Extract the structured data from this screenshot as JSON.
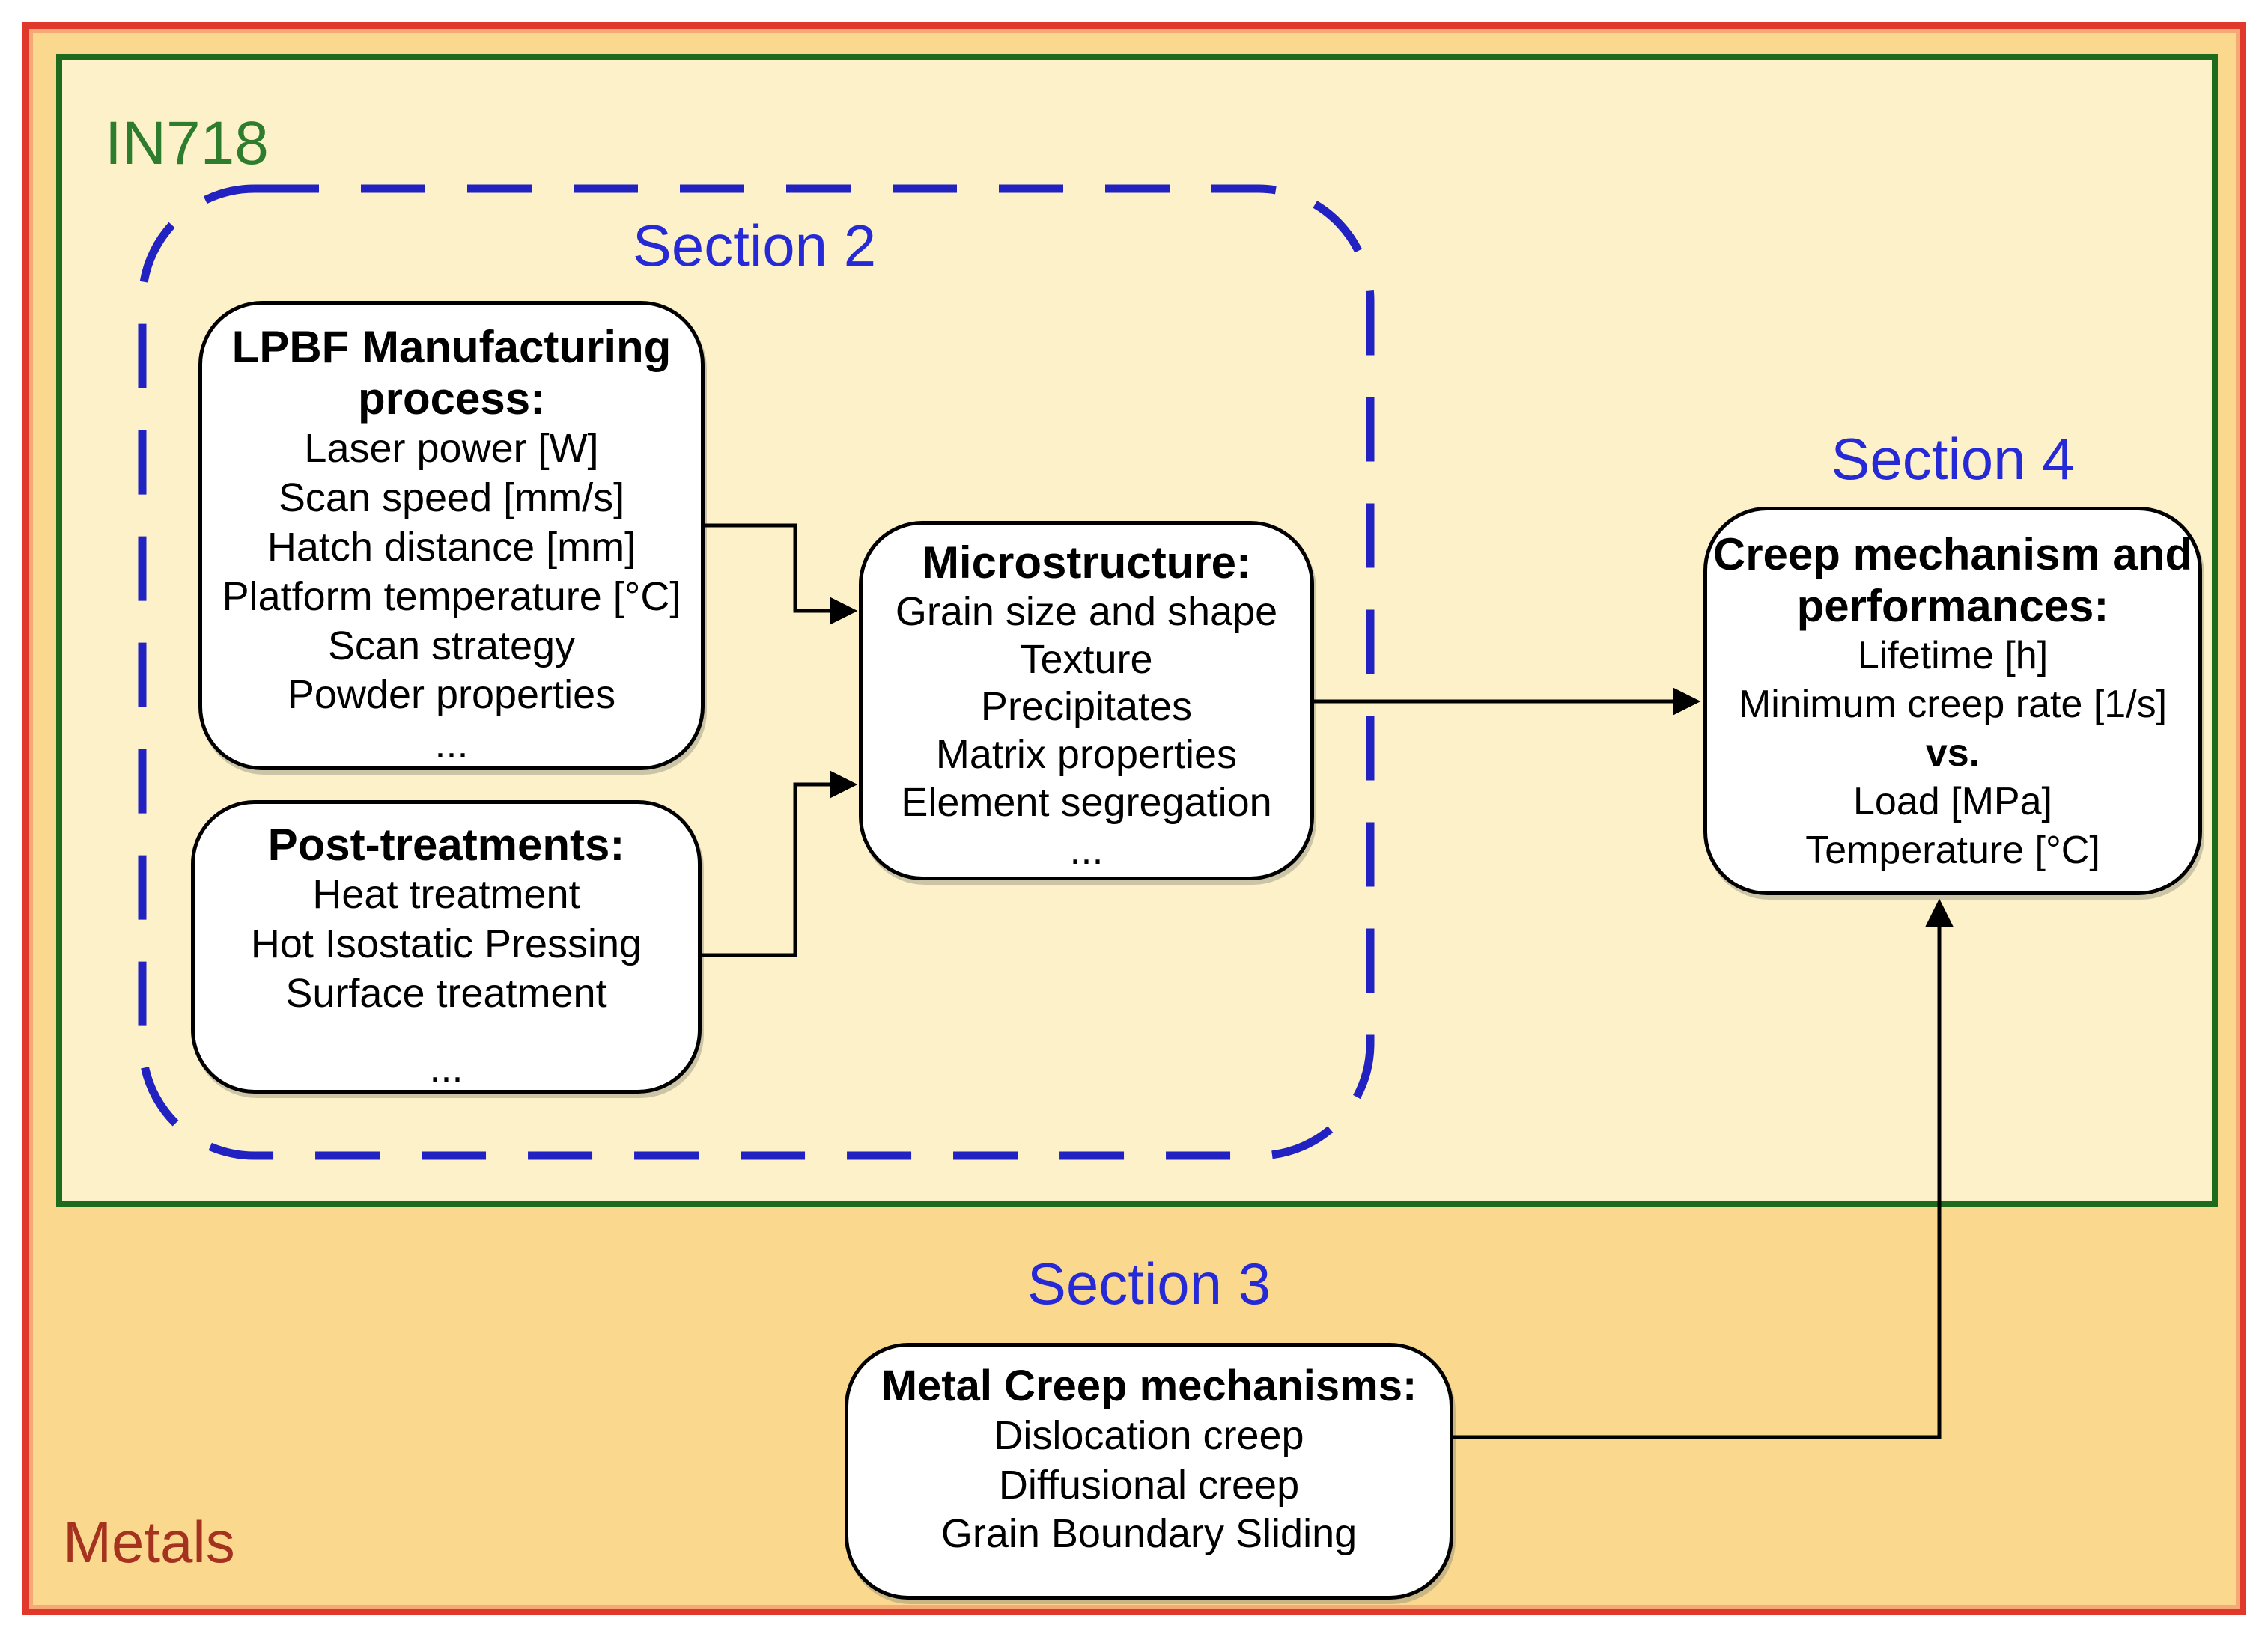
{
  "diagram": {
    "outer_label": "Metals",
    "inner_label": "IN718",
    "sections": {
      "section2": "Section 2",
      "section3": "Section 3",
      "section4": "Section 4"
    },
    "boxes": {
      "lpbf": {
        "title": "LPBF Manufacturing process:",
        "items": [
          "Laser power [W]",
          "Scan speed [mm/s]",
          "Hatch distance [mm]",
          "Platform temperature [°C]",
          "Scan strategy",
          "Powder properties",
          "..."
        ]
      },
      "post_treatments": {
        "title": "Post-treatments:",
        "items": [
          "Heat treatment",
          "Hot Isostatic Pressing",
          "Surface treatment",
          "..."
        ]
      },
      "microstructure": {
        "title": "Microstructure:",
        "items": [
          "Grain size and shape",
          "Texture",
          "Precipitates",
          "Matrix properties",
          "Element segregation",
          "..."
        ]
      },
      "creep": {
        "title": "Creep mechanism and performances:",
        "items": [
          "Lifetime [h]",
          "Minimum creep rate [1/s]",
          "vs.",
          "Load [MPa]",
          "Temperature [°C]"
        ]
      },
      "metal_creep": {
        "title": "Metal Creep mechanisms:",
        "items": [
          "Dislocation creep",
          "Diffusional creep",
          "Grain Boundary Sliding"
        ]
      }
    },
    "colors": {
      "outer_border": "#E0392B",
      "outer_background": "#FAD98E",
      "inner_border": "#1E6B1E",
      "inner_background": "#FCF1C9",
      "dashed_outline_blue": "#2222C2",
      "section_label_blue": "#2629D6",
      "in718_label_green": "#2E7D2E",
      "metals_label_red": "#A5321E",
      "box_background": "#FFFFFF",
      "box_border": "#000000",
      "arrow": "#000000"
    }
  }
}
